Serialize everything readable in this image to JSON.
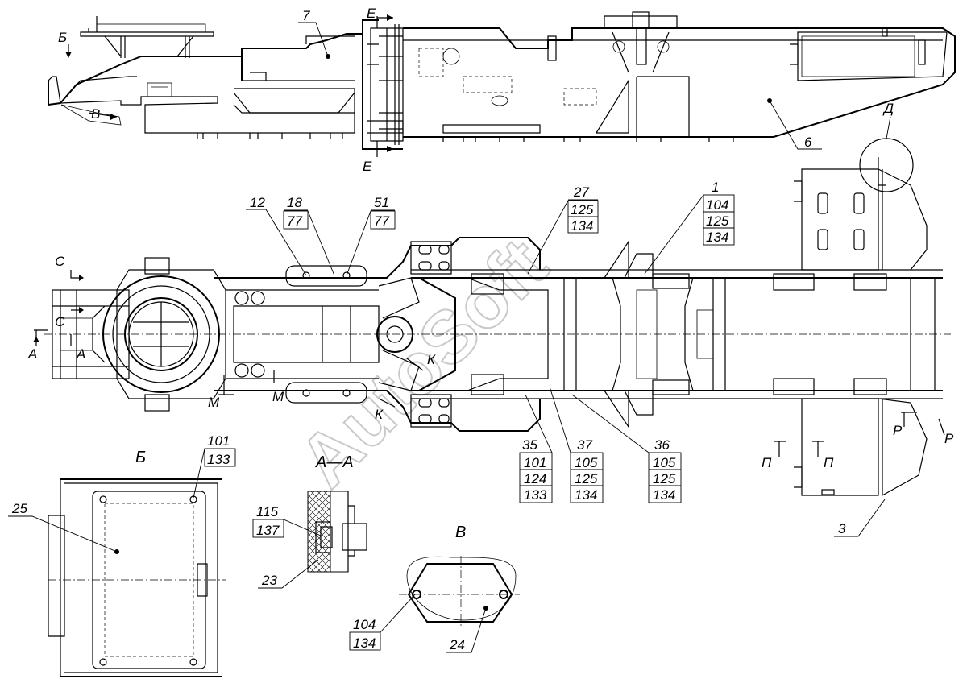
{
  "watermark": "AutoSoft",
  "views": {
    "b": "Б",
    "v": "В",
    "aa": "А—А"
  },
  "markers": {
    "b": "Б",
    "v": "В",
    "e_top": "Е",
    "e_bottom": "Е",
    "d": "Д",
    "c1": "С",
    "c2": "С",
    "a1": "А",
    "a2": "А",
    "m1": "М",
    "m2": "М",
    "k1": "К",
    "k2": "К",
    "r1": "Р",
    "r2": "Р",
    "p1": "П",
    "p2": "П"
  },
  "callouts": {
    "c7": "7",
    "c6": "6",
    "c12": "12",
    "c18": "18",
    "c18b": "77",
    "c51": "51",
    "c51b": "77",
    "c27": "27",
    "c27b": "125",
    "c27c": "134",
    "c1": "1",
    "c1b": "104",
    "c1c": "125",
    "c1d": "134",
    "c35": "35",
    "c35b": "101",
    "c35c": "124",
    "c35d": "133",
    "c37": "37",
    "c37b": "105",
    "c37c": "125",
    "c37d": "134",
    "c36": "36",
    "c36b": "105",
    "c36c": "125",
    "c36d": "134",
    "c3": "3",
    "c101": "101",
    "c101b": "133",
    "c25": "25",
    "c115": "115",
    "c115b": "137",
    "c23": "23",
    "c104": "104",
    "c104b": "134",
    "c24": "24"
  }
}
